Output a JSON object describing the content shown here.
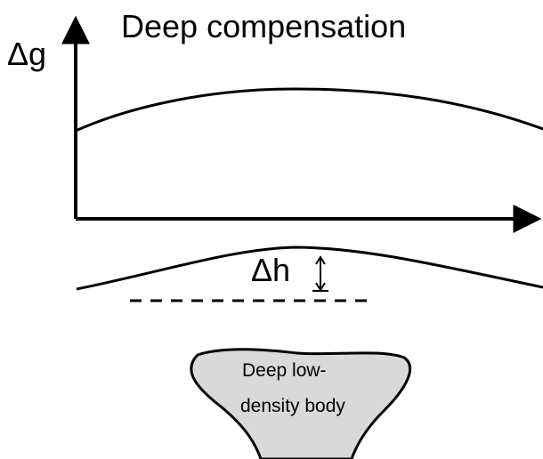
{
  "diagram": {
    "title": "Deep compensation",
    "gravity_axis_label": "Δg",
    "height_label": "Δh",
    "body_label_line1": "Deep low-",
    "body_label_line2": "density body",
    "colors": {
      "stroke": "#000000",
      "body_fill": "#d9d9d9",
      "background": "#ffffff"
    },
    "icons": {
      "height_marker": "double-arrow-vertical-icon"
    }
  }
}
